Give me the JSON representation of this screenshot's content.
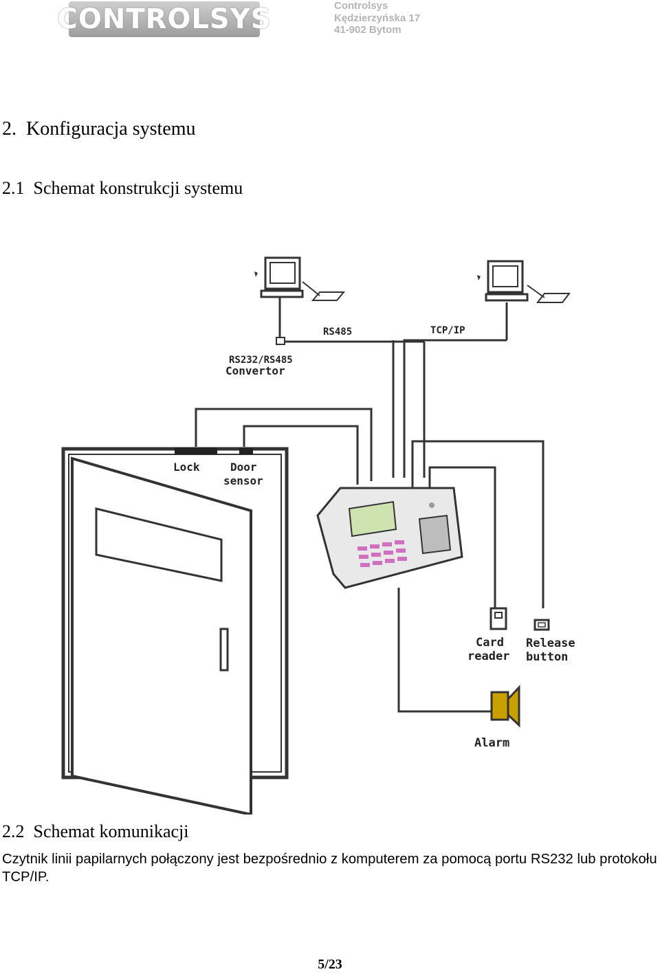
{
  "header": {
    "logo_text": "CONTROLSYS",
    "company": "Controlsys",
    "street": "Kędzierzyńska 17",
    "city": "41-902 Bytom"
  },
  "section": {
    "number": "2.",
    "title": "Konfiguracja systemu"
  },
  "subsection1": {
    "number": "2.1",
    "title": "Schemat konstrukcji systemu"
  },
  "diagram": {
    "labels": {
      "rs485": "RS485",
      "tcpip": "TCP/IP",
      "converter_line1": "RS232/RS485",
      "converter_line2": "Convertor",
      "lock": "Lock",
      "door_line1": "Door",
      "door_line2": "sensor",
      "card_line1": "Card",
      "card_line2": "reader",
      "release_line1": "Release",
      "release_line2": "button",
      "alarm": "Alarm"
    },
    "icons": [
      "computer-icon",
      "keyboard-icon",
      "mouse-icon",
      "fingerprint-reader-icon",
      "door-icon",
      "card-reader-icon",
      "release-button-icon",
      "alarm-speaker-icon"
    ],
    "colors": {
      "line": "#333333",
      "alarm": "#c8a000"
    }
  },
  "subsection2": {
    "number": "2.2",
    "title": "Schemat komunikacji",
    "body": "Czytnik linii papilarnych połączony jest bezpośrednio z komputerem za pomocą portu RS232 lub protokołu TCP/IP."
  },
  "page": {
    "number": "5/23"
  }
}
